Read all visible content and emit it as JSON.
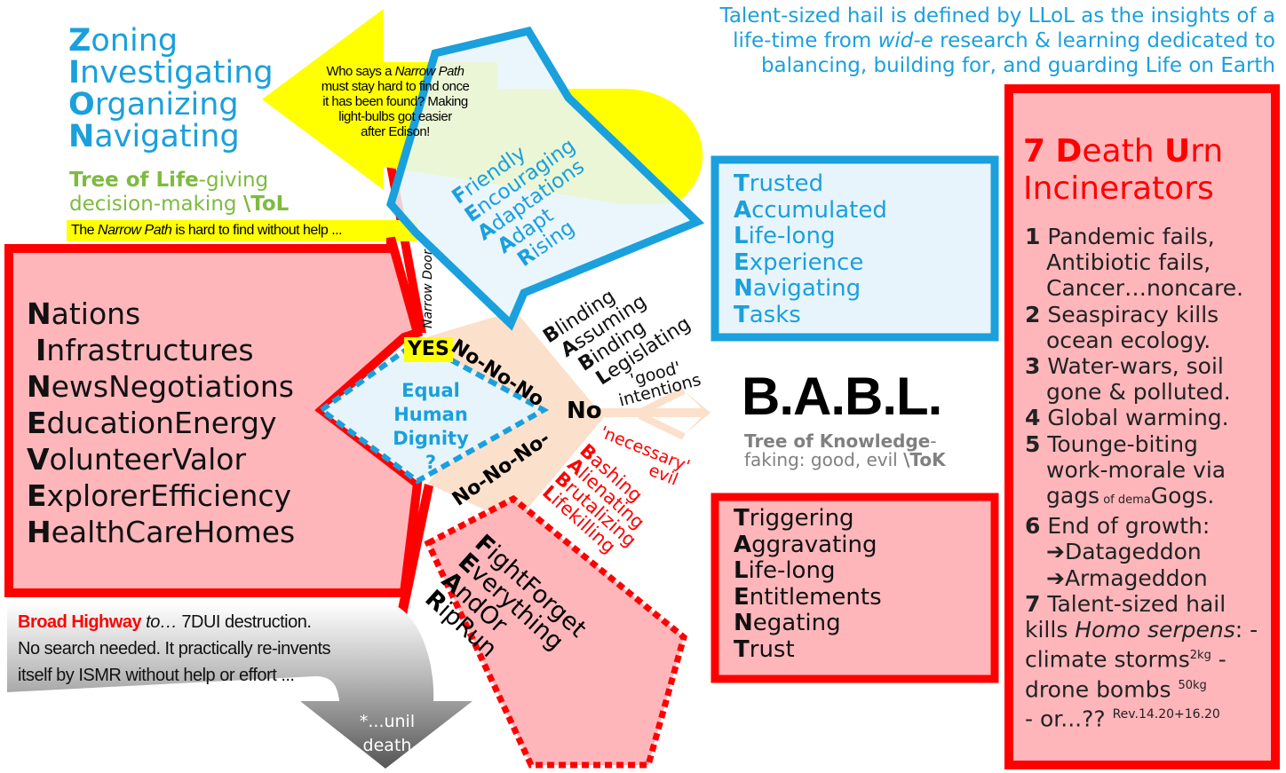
{
  "colors": {
    "red": "#ff0000",
    "pink": "#ffb6bb",
    "blue": "#1aa0dc",
    "lightblue": "#e8f4fc",
    "yellow": "#ffff00",
    "green": "#7dbb3e",
    "peach": "#fbe0cc",
    "gray": "#808080"
  },
  "zion": {
    "items": [
      {
        "cap": "Z",
        "rest": "oning"
      },
      {
        "cap": "I",
        "rest": "nvestigating"
      },
      {
        "cap": "O",
        "rest": "rganizing"
      },
      {
        "cap": "N",
        "rest": "avigating"
      }
    ]
  },
  "tol": {
    "bold": "Tree of Life",
    "rest": "-giving",
    "line2": "decision-making ",
    "tag": "\\ToL"
  },
  "yellow_arrow": {
    "line1": "Who says a ",
    "italic": "Narrow Path",
    "line2": "must stay hard to find once",
    "line3": "it has been found? Making",
    "line4": "light-bulbs got easier",
    "line5": "after Edison!"
  },
  "top_right": {
    "line1_a": "Talent-sized hail is defined by LLoL as the insights of a",
    "line2_a": "life-time from ",
    "line2_i": "wid-e",
    "line2_b": " research & learning dedicated to",
    "line3": "balancing, building for, and guarding Life on Earth"
  },
  "narrow_path": {
    "a": "The ",
    "i": "Narrow Path",
    "b": " is hard to find without help ..."
  },
  "narrow_door": "Narrow Door",
  "feaar": {
    "items": [
      {
        "cap": "F",
        "rest": "riendly"
      },
      {
        "cap": "E",
        "rest": "ncouraging"
      },
      {
        "cap": "A",
        "rest": "daptations"
      },
      {
        "cap": "A",
        "rest": "dapt"
      },
      {
        "cap": "R",
        "rest": "ising"
      }
    ]
  },
  "talent": {
    "items": [
      {
        "cap": "T",
        "rest": "rusted"
      },
      {
        "cap": "A",
        "rest": "ccumulated"
      },
      {
        "cap": "L",
        "rest": "ife-long"
      },
      {
        "cap": "E",
        "rest": "xperience"
      },
      {
        "cap": "N",
        "rest": "avigating"
      },
      {
        "cap": "T",
        "rest": "asks"
      }
    ]
  },
  "death": {
    "num": "7",
    "cap1": "D",
    "rest1": "eath ",
    "cap2": "U",
    "rest2": "rn",
    "line2": "Incinerators",
    "items": [
      {
        "n": "1",
        "lines": [
          "Pandemic fails,",
          "Antibiotic fails,",
          "Cancer…noncare."
        ]
      },
      {
        "n": "2",
        "lines": [
          "Seaspiracy kills",
          "ocean ecology."
        ]
      },
      {
        "n": "3",
        "lines": [
          "Water-wars, soil",
          "gone & polluted."
        ]
      },
      {
        "n": "4",
        "lines": [
          "Global warming."
        ]
      },
      {
        "n": "5",
        "lines": [
          "Tounge-biting",
          "work-morale via"
        ]
      }
    ],
    "gags": "gags",
    "of_dema": " of dema",
    "gogs": "Gogs.",
    "item6_n": "6",
    "item6_l1": "End of growth:",
    "item6_l2": "➔Datageddon",
    "item6_l3": "➔Armageddon",
    "item7_n": "7",
    "item7_l1": "Talent-sized hail",
    "item7_l2a": "kills ",
    "item7_l2i": "Homo serpens",
    "item7_l2b": ": -",
    "item7_l3a": "climate storms",
    "item7_l3s": "2kg",
    "item7_l3b": " -",
    "item7_l4a": "drone bombs ",
    "item7_l4s": "50kg",
    "item7_l5": "- or...??",
    "item7_ref": "Rev.14.20+16.20"
  },
  "nineveh": {
    "items": [
      {
        "cap": "N",
        "rest": "ations"
      },
      {
        "cap": "I",
        "rest": "nfrastructures"
      },
      {
        "cap": "N",
        "rest": "ewsNegotiations"
      },
      {
        "cap": "E",
        "rest": "ducationEnergy"
      },
      {
        "cap": "V",
        "rest": "olunteerValor"
      },
      {
        "cap": "E",
        "rest": "xplorerEfficiency"
      },
      {
        "cap": "H",
        "rest": "ealthCareHomes"
      }
    ]
  },
  "diamond": {
    "line1": "Equal",
    "line2": "Human",
    "line3": "Dignity",
    "line4": "?"
  },
  "yes": "YES",
  "nonono_top": "No-No-No",
  "no": "No",
  "nonono_bottom": "No-No-No-",
  "babl_blue": {
    "items": [
      {
        "cap": "B",
        "rest": "linding"
      },
      {
        "cap": "A",
        "rest": "ssuming"
      },
      {
        "cap": "B",
        "rest": "inding"
      },
      {
        "cap": "L",
        "rest": "egislating"
      }
    ]
  },
  "good_intentions": {
    "l1": "'good'",
    "l2": "intentions"
  },
  "necessary_evil": {
    "l1": "'necessary'",
    "l2": "evil"
  },
  "babl_red": {
    "items": [
      {
        "cap": "B",
        "rest": "ashing"
      },
      {
        "cap": "A",
        "rest": "lienating"
      },
      {
        "cap": "B",
        "rest": "rutalizing"
      },
      {
        "cap": "L",
        "rest": "ifekilling"
      }
    ]
  },
  "babl_title": "B.A.B.L.",
  "tok": {
    "bold": "Tree of Knowledge",
    "rest": "-",
    "line2": "faking: good, evil ",
    "tag": "\\ToK"
  },
  "taletn": {
    "items": [
      {
        "cap": "T",
        "rest": "riggering"
      },
      {
        "cap": "A",
        "rest": "ggravating"
      },
      {
        "cap": "L",
        "rest": "ife-long"
      },
      {
        "cap": "E",
        "rest": "ntitlements"
      },
      {
        "cap": "N",
        "rest": "egating"
      },
      {
        "cap": "T",
        "rest": "rust"
      }
    ]
  },
  "fear": {
    "items": [
      {
        "cap": "F",
        "rest": "ightForget"
      },
      {
        "cap": "E",
        "rest": "verything"
      },
      {
        "cap": "A",
        "rest": "ndOr"
      },
      {
        "cap": "R",
        "rest": "ipRun"
      }
    ]
  },
  "broad": {
    "bold": "Broad Highway",
    "italic": " to…",
    "rest": " 7DUI destruction.",
    "line2": "No search needed. It practically re-invents",
    "line3": "itself by ISMR without help or effort ..."
  },
  "until_death": {
    "l1": "*...unil",
    "l2": "death"
  }
}
